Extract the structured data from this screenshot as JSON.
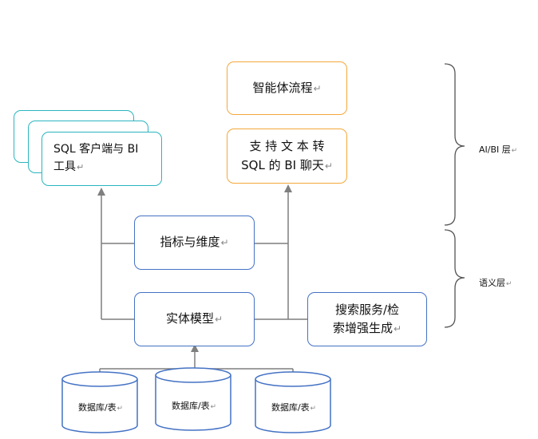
{
  "ai_bi": {
    "intelligent_flow": "智能体流程",
    "text_to_sql_line1": "支 持 文 本 转",
    "text_to_sql_line2": "SQL 的 BI 聊天",
    "sql_client_line1": "SQL 客户端与 BI",
    "sql_client_line2": "工具"
  },
  "semantic": {
    "metrics": "指标与维度",
    "entity": "实体模型",
    "search_line1": "搜索服务/检",
    "search_line2": "索增强生成"
  },
  "data": {
    "databases": [
      "数据库/表",
      "数据库/表",
      "数据库/表"
    ]
  },
  "layers": {
    "ai_bi_layer": "AI/BI 层",
    "semantic_layer": "语义层"
  },
  "colors": {
    "blue_border": "#4472C4",
    "orange_border": "#F4A83A",
    "teal_border": "#2BB5BF",
    "arrow": "#7F7F7F"
  }
}
